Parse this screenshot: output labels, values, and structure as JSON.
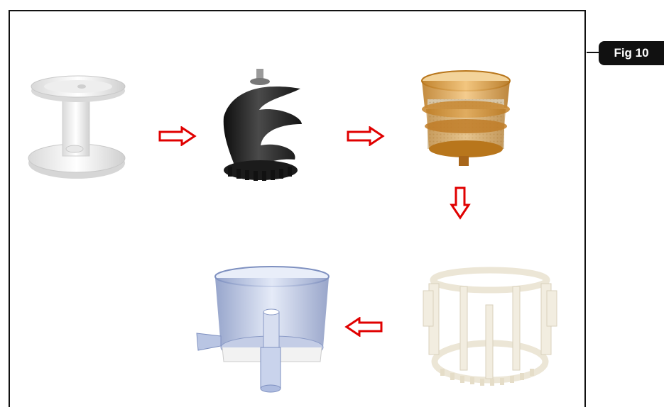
{
  "figure": {
    "label": "Fig 10"
  },
  "parts": [
    {
      "name": "juicer-base-stand",
      "color": "#f2f2f2"
    },
    {
      "name": "auger-screw",
      "color": "#1e1e1e"
    },
    {
      "name": "strainer-basket",
      "color": "#d8a04a"
    },
    {
      "name": "rotating-brush-holder",
      "color": "#f4f0e6"
    },
    {
      "name": "juicing-bowl",
      "color": "#9fb0d6"
    }
  ],
  "arrows": {
    "color": "#e00000",
    "sequence": [
      "right",
      "right",
      "down",
      "left"
    ]
  }
}
